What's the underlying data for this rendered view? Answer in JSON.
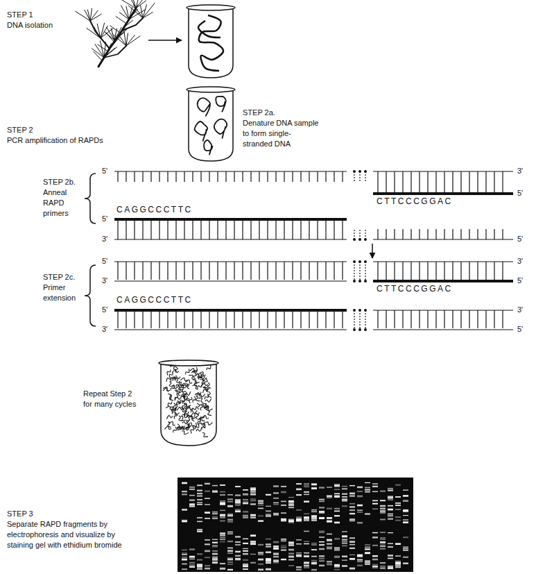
{
  "diagram": {
    "labels": [
      "STEP 1",
      "DNA isolation",
      "STEP 2",
      "PCR amplification of RAPDs",
      "STEP 2a.",
      "Denature DNA sample to form single-stranded DNA",
      "STEP 2b.",
      "Anneal RAPD primers",
      "5'",
      "3'",
      "CTTCCCGGAC",
      "5'",
      "CAGGCCCTTC",
      "5'",
      "3'",
      "5'",
      "STEP 2c.",
      "Primer extension",
      "5'",
      "3'",
      "3'",
      "5'",
      "CTTCCCGGAC",
      "CAGGCCCTTC",
      "5'",
      "3'",
      "3'",
      "5'",
      "Repeat Step 2 for many cycles",
      "STEP 3",
      "Separate RAPD fragments by electrophoresis and visualize by staining gel with ethidium bromide"
    ]
  }
}
